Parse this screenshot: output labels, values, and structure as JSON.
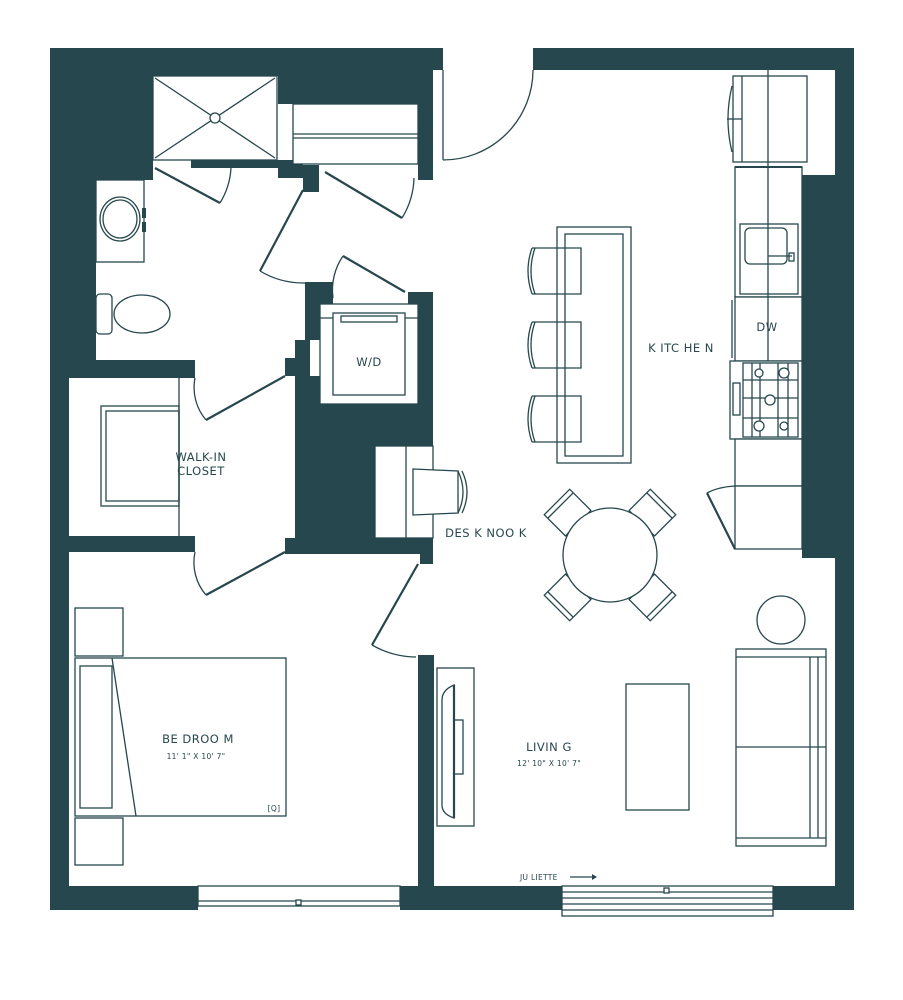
{
  "plan": {
    "colors": {
      "wall": "#26474d",
      "line": "#26474d",
      "background": "#ffffff"
    },
    "rooms": {
      "bedroom": {
        "label": "BE DROO  M",
        "dims": "11' 1\" X 10' 7\"",
        "bed_size": "[Q]"
      },
      "living": {
        "label": "LIVIN G",
        "dims": "12' 10\" X 10' 7\""
      },
      "kitchen": {
        "label": "K ITC HE N"
      },
      "closet": {
        "label_line1": "WALK-IN",
        "label_line2": "CLOSET"
      },
      "desk": {
        "label": "DES K  NOO K"
      }
    },
    "fixtures": {
      "washer_dryer": "W/D",
      "dishwasher": "DW"
    },
    "annotations": {
      "juliette": "JU LIETTE"
    }
  }
}
